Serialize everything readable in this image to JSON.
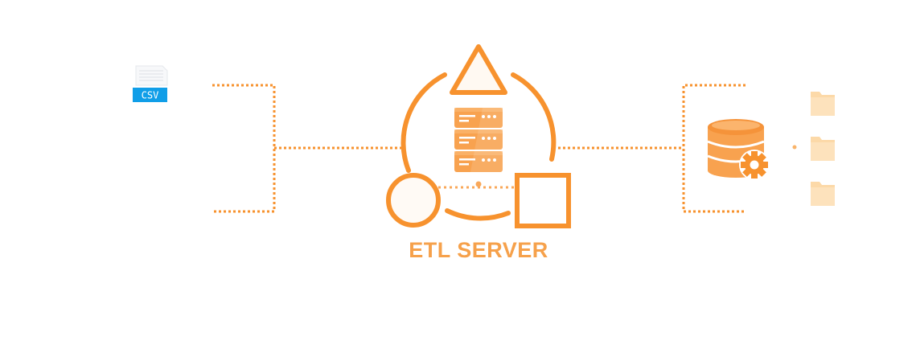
{
  "source": {
    "file_badge": "CSV",
    "file_icon": "document-icon",
    "badge_color": "#109ee8"
  },
  "server": {
    "title": "ETL SERVER",
    "icon": "server-rack-icon",
    "shapes": [
      "triangle",
      "circle",
      "square"
    ]
  },
  "target": {
    "icon": "database-gear-icon",
    "outputs": [
      {
        "icon": "folder-icon"
      },
      {
        "icon": "folder-icon"
      },
      {
        "icon": "folder-icon"
      }
    ]
  },
  "colors": {
    "accent": "#f7922e",
    "accent_light": "#f9a85a",
    "folder": "#fcd9a8",
    "server_body": "#f8a24f"
  }
}
